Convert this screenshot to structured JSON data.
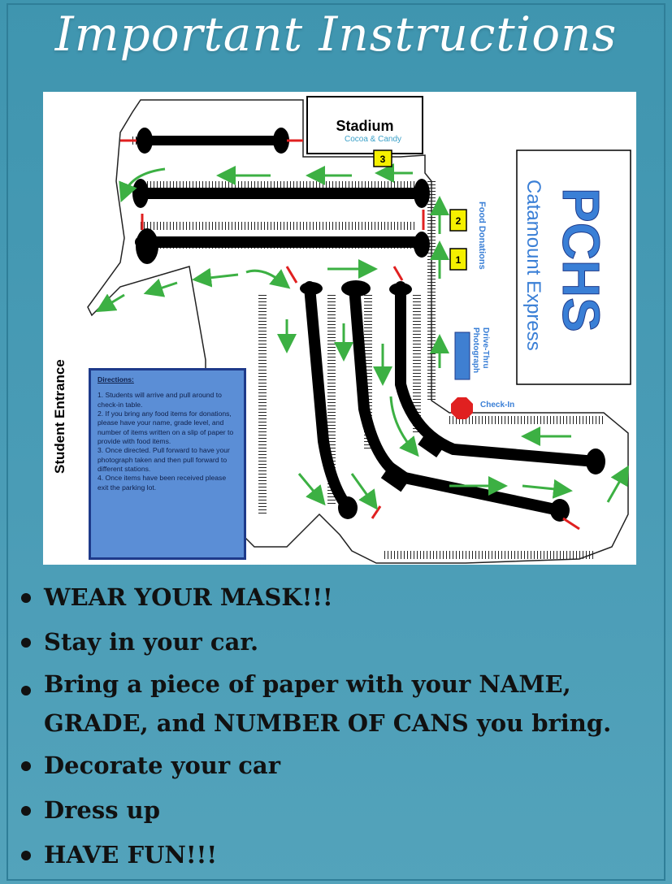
{
  "title": "Important Instructions",
  "map": {
    "stadium_label": "Stadium",
    "stadium_sub": "Cocoa & Candy",
    "station_3": "3",
    "station_2": "2",
    "station_1": "1",
    "food_donations": "Food Donations",
    "drive_thru_line1": "Drive-Thru",
    "drive_thru_line2": "Photograph",
    "check_in": "Check-In",
    "student_entrance": "Student Entrance",
    "logo_main": "PCHS",
    "logo_sub": "Catamount Express",
    "colors": {
      "path": "#000000",
      "arrow": "#3cb043",
      "barrier": "#e02020",
      "station": "#f5f000",
      "check_in_sign": "#e02020",
      "photo_booth": "#3f7fd1",
      "logo": "#3a7fd6",
      "directions_box": "#5b8ed6"
    }
  },
  "directions": {
    "heading": "Directions:",
    "steps": [
      "1. Students will arrive and pull around to check-in table.",
      "2. If you bring any food items for donations, please have your name, grade level, and number of items written on a slip of paper to provide with food items.",
      "3. Once directed. Pull forward to have your photograph taken and then pull forward to different stations.",
      "4. Once items have been received please exit the parking lot."
    ]
  },
  "bullets": [
    "WEAR YOUR MASK!!!",
    "Stay in your car.",
    "Bring a piece of paper with your NAME,",
    "GRADE, and NUMBER OF CANS you bring.",
    "Decorate your car",
    "Dress up",
    "HAVE FUN!!!"
  ]
}
